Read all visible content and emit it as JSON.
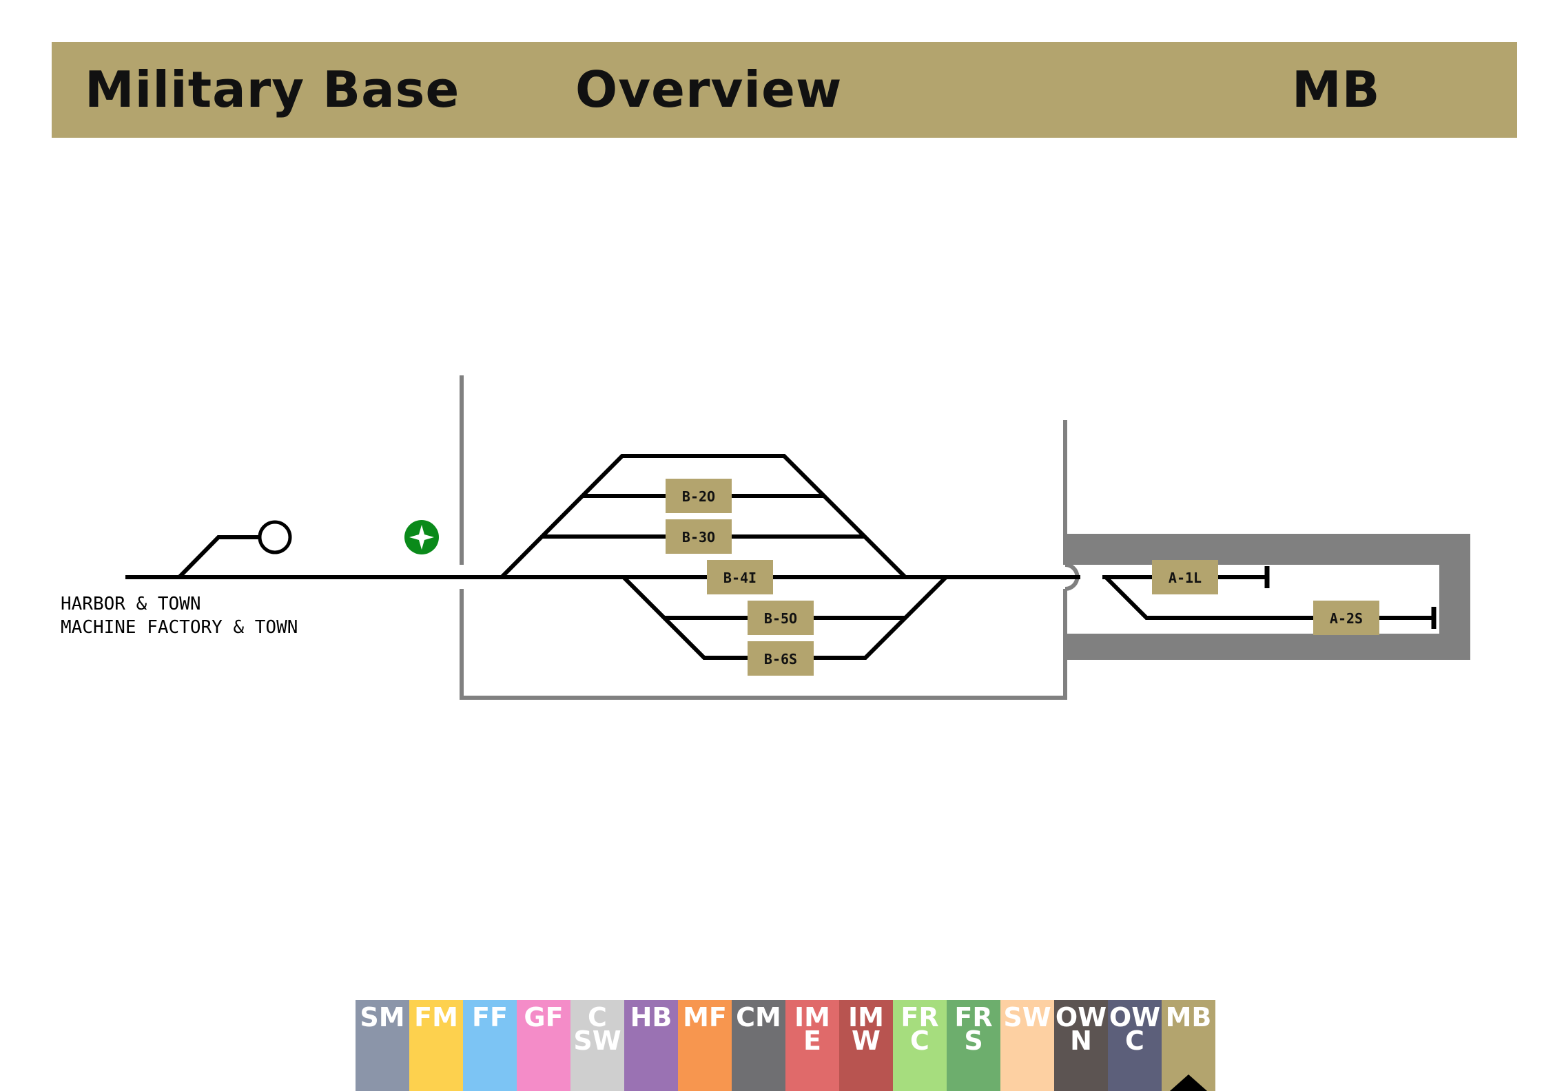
{
  "header": {
    "location": "Military Base",
    "view": "Overview",
    "code": "MB"
  },
  "origin_labels": [
    "HARBOR & TOWN",
    "MACHINE FACTORY & TOWN"
  ],
  "tracks": [
    {
      "label": "B-2O"
    },
    {
      "label": "B-3O"
    },
    {
      "label": "B-4I"
    },
    {
      "label": "B-5O"
    },
    {
      "label": "B-6S"
    },
    {
      "label": "A-1L"
    },
    {
      "label": "A-2S"
    }
  ],
  "nav": [
    {
      "lines": [
        "SM"
      ],
      "color": "#8b95a9"
    },
    {
      "lines": [
        "FM"
      ],
      "color": "#fdd14e"
    },
    {
      "lines": [
        "FF"
      ],
      "color": "#7cc4f4"
    },
    {
      "lines": [
        "GF"
      ],
      "color": "#f48cc8"
    },
    {
      "lines": [
        "C",
        "SW"
      ],
      "color": "#cfcfcf"
    },
    {
      "lines": [
        "HB"
      ],
      "color": "#9a72b3"
    },
    {
      "lines": [
        "MF"
      ],
      "color": "#f7964f"
    },
    {
      "lines": [
        "CM"
      ],
      "color": "#6f6f72"
    },
    {
      "lines": [
        "IM",
        "E"
      ],
      "color": "#e06a6a"
    },
    {
      "lines": [
        "IM",
        "W"
      ],
      "color": "#b85450"
    },
    {
      "lines": [
        "FR",
        "C"
      ],
      "color": "#a6dd7e"
    },
    {
      "lines": [
        "FR",
        "S"
      ],
      "color": "#6dae6d"
    },
    {
      "lines": [
        "SW"
      ],
      "color": "#fdd0a2"
    },
    {
      "lines": [
        "OW",
        "N"
      ],
      "color": "#5c5452"
    },
    {
      "lines": [
        "OW",
        "C"
      ],
      "color": "#5c5f7a"
    },
    {
      "lines": [
        "MB"
      ],
      "color": "#b3a46e",
      "active": true
    }
  ],
  "colors": {
    "accent": "#b3a46e",
    "track": "#000000",
    "wall": "#808080",
    "signal": "#0a8a1a"
  }
}
